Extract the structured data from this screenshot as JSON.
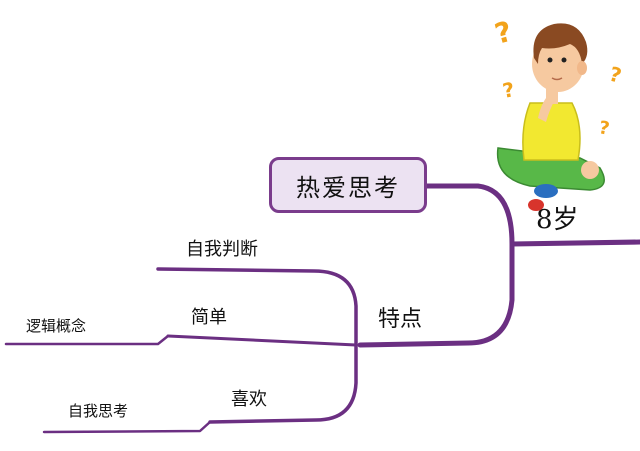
{
  "root": {
    "label": "8岁"
  },
  "branch": {
    "label": "特点"
  },
  "highlight_node": {
    "label": "热爱思考"
  },
  "sub_nodes": [
    {
      "label": "自我判断"
    },
    {
      "label": "简单"
    },
    {
      "label": "喜欢"
    }
  ],
  "leaf_nodes": [
    {
      "label": "逻辑概念"
    },
    {
      "label": "自我思考"
    }
  ],
  "colors": {
    "branch_line": "#6b2f82",
    "box_border": "#7a3c8c",
    "box_fill": "#ece2f2",
    "boy_shirt": "#f2e830",
    "boy_pants": "#58b848",
    "boy_hair": "#8a4a22",
    "question_mark": "#f2a31b"
  },
  "icons": {
    "illustration": "thinking-boy-icon",
    "question_marks": "question-mark-icon"
  }
}
